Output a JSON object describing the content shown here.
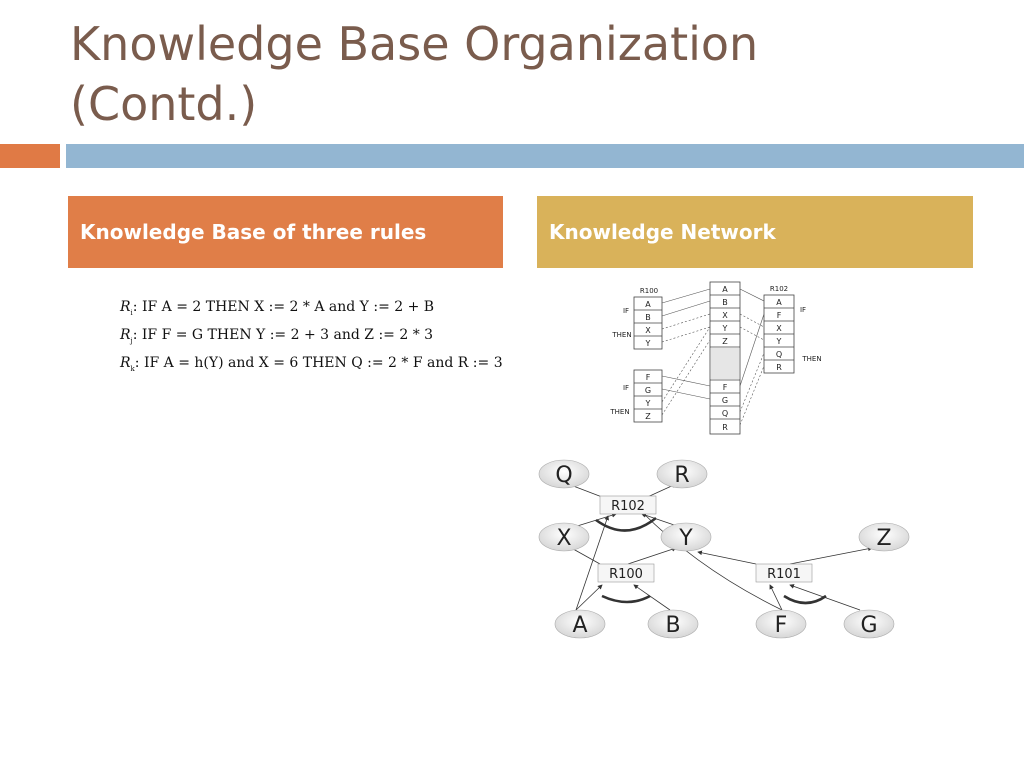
{
  "title": {
    "line1": "Knowledge Base Organization",
    "line2": "(Contd.)"
  },
  "columns": {
    "left_header": "Knowledge Base of three rules",
    "right_header": "Knowledge Network"
  },
  "rules": [
    {
      "name": "R",
      "sub": "i",
      "text": ": IF A = 2 THEN X := 2 * A and Y := 2 + B"
    },
    {
      "name": "R",
      "sub": "j",
      "text": ": IF F = G THEN Y := 2 + 3 and Z := 2 * 3"
    },
    {
      "name": "R",
      "sub": "k",
      "text": ": IF A = h(Y) and X = 6 THEN Q := 2 * F and R := 3"
    }
  ],
  "table_diagram": {
    "r100_label": "R100",
    "r102_label": "R102",
    "if_label": "IF",
    "then_label": "THEN",
    "r100_cells": [
      "A",
      "B",
      "X",
      "Y"
    ],
    "r101_cells": [
      "F",
      "G",
      "Y",
      "Z"
    ],
    "middle_top": [
      "A",
      "B",
      "X",
      "Y",
      "Z"
    ],
    "middle_bottom": [
      "F",
      "G",
      "Q",
      "R"
    ],
    "r102_cells": [
      "A",
      "F",
      "X",
      "Y",
      "Q",
      "R"
    ]
  },
  "network": {
    "nodes": {
      "q": "Q",
      "r": "R",
      "x": "X",
      "y": "Y",
      "z": "Z",
      "a": "A",
      "b": "B",
      "f": "F",
      "g": "G"
    },
    "rule_boxes": {
      "r102": "R102",
      "r100": "R100",
      "r101": "R101"
    }
  }
}
